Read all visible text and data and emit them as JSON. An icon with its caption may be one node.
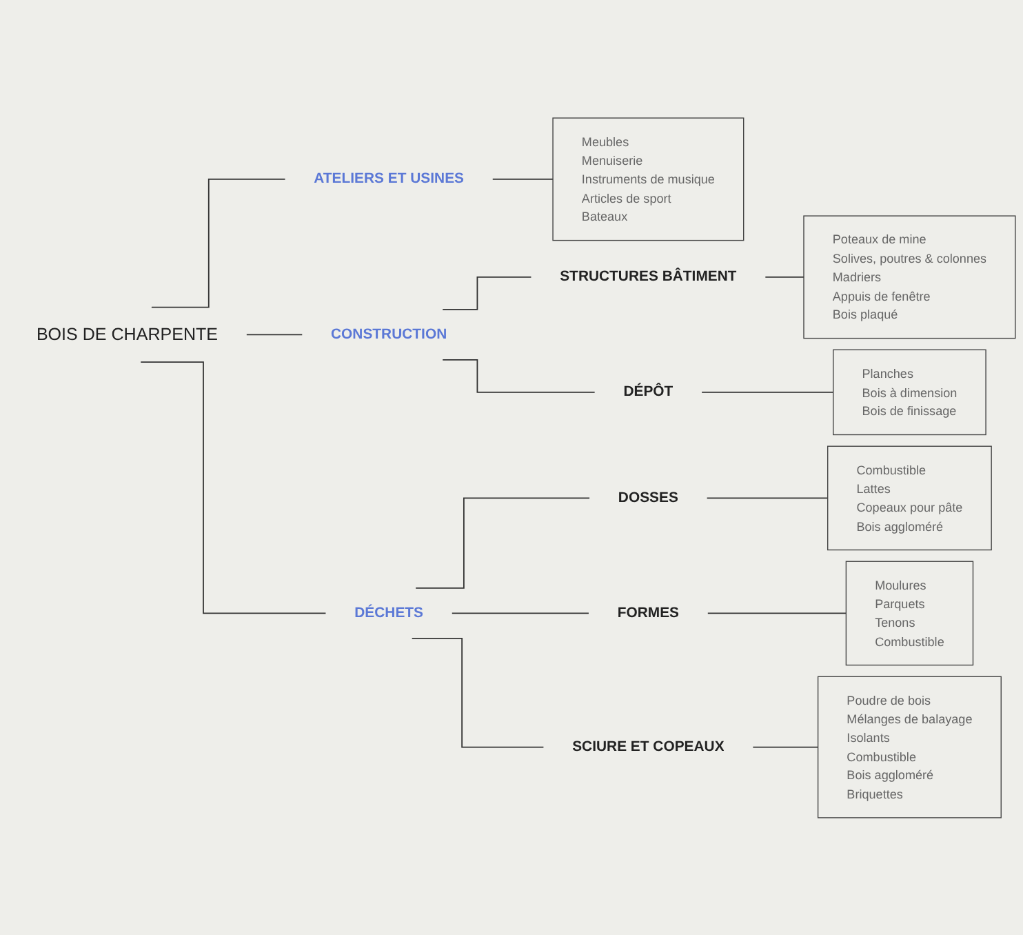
{
  "diagram": {
    "nodes": [
      {
        "text": [
          "BOIS DE CHARPENTE"
        ]
      },
      {
        "text": [
          "ATELIERS ET USINES"
        ]
      },
      {
        "text": [
          "Meubles",
          "Menuiserie",
          "Instruments de musique",
          "Articles de sport",
          "Bateaux"
        ]
      },
      {
        "text": [
          "CONSTRUCTION"
        ]
      },
      {
        "text": [
          "STRUCTURES BÂTIMENT"
        ]
      },
      {
        "text": [
          "Poteaux de mine",
          "Solives, poutres & colonnes",
          "Madriers",
          "Appuis de fenêtre",
          "Bois plaqué"
        ]
      },
      {
        "text": [
          "DÉPÔT"
        ]
      },
      {
        "text": [
          "Planches",
          "Bois à dimension",
          "Bois de finissage"
        ]
      },
      {
        "text": [
          "DÉCHETS"
        ]
      },
      {
        "text": [
          "DOSSES"
        ]
      },
      {
        "text": [
          "Combustible",
          "Lattes",
          "Copeaux pour pâte",
          "Bois aggloméré"
        ]
      },
      {
        "text": [
          "FORMES"
        ]
      },
      {
        "text": [
          "Moulures",
          "Parquets",
          "Tenons",
          "Combustible"
        ]
      },
      {
        "text": [
          "SCIURE ET COPEAUX"
        ]
      },
      {
        "text": [
          "Poudre de bois",
          "Mélanges de balayage",
          "Isolants",
          "Combustible",
          "Bois aggloméré",
          "Briquettes"
        ]
      }
    ],
    "edges": [
      {
        "from": 0,
        "to": 1,
        "arrow": "none"
      },
      {
        "from": 1,
        "to": 2,
        "arrow": "none"
      },
      {
        "from": 0,
        "to": 3,
        "arrow": "none"
      },
      {
        "from": 3,
        "to": 4,
        "arrow": "none"
      },
      {
        "from": 4,
        "to": 5,
        "arrow": "none"
      },
      {
        "from": 3,
        "to": 6,
        "arrow": "none"
      },
      {
        "from": 6,
        "to": 7,
        "arrow": "none"
      },
      {
        "from": 0,
        "to": 8,
        "arrow": "none"
      },
      {
        "from": 8,
        "to": 9,
        "arrow": "none"
      },
      {
        "from": 9,
        "to": 10,
        "arrow": "none"
      },
      {
        "from": 8,
        "to": 11,
        "arrow": "none"
      },
      {
        "from": 11,
        "to": 12,
        "arrow": "none"
      },
      {
        "from": 8,
        "to": 13,
        "arrow": "none"
      },
      {
        "from": 13,
        "to": 14,
        "arrow": "none"
      }
    ]
  }
}
